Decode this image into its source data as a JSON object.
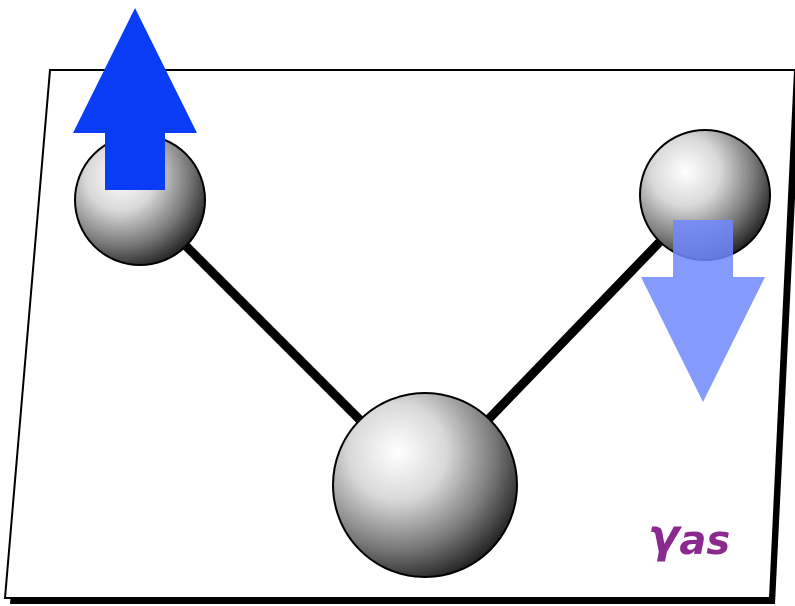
{
  "diagram": {
    "mode_label": {
      "symbol": "γ",
      "subscript": "as"
    },
    "colors": {
      "plane_border": "#000000",
      "bond": "#000000",
      "atom_highlight": "#ffffff",
      "atom_shadow": "#1a1a1a",
      "arrow_up": "#0a3cf5",
      "arrow_down": "#7f96ff",
      "label": "#8b2a8e"
    },
    "atoms": [
      {
        "name": "left-atom"
      },
      {
        "name": "central-atom"
      },
      {
        "name": "right-atom"
      }
    ],
    "arrows": [
      {
        "name": "arrow-up-icon",
        "direction": "up"
      },
      {
        "name": "arrow-down-icon",
        "direction": "down"
      }
    ]
  }
}
